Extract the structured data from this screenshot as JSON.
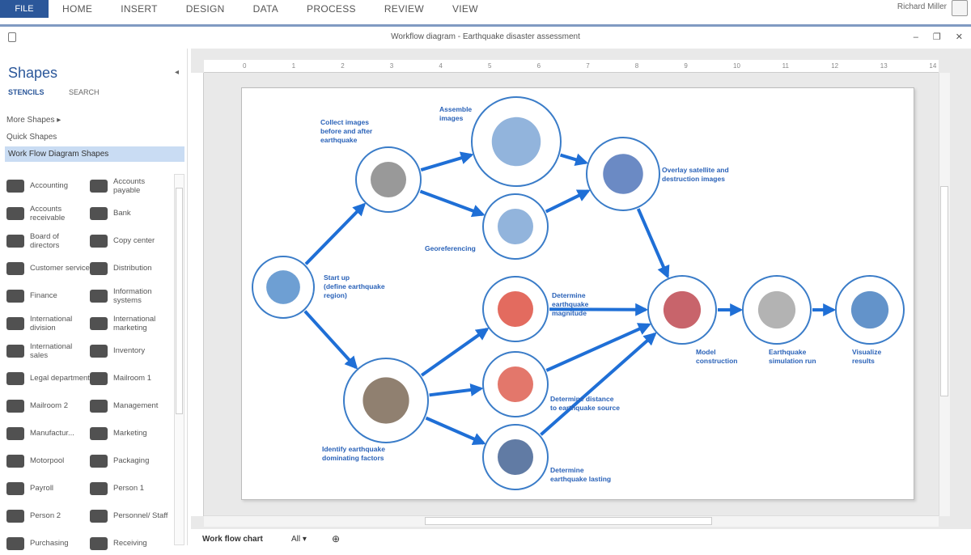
{
  "ribbon": {
    "file": "FILE",
    "tabs": [
      "HOME",
      "INSERT",
      "DESIGN",
      "DATA",
      "PROCESS",
      "REVIEW",
      "VIEW"
    ],
    "user": "Richard Miller"
  },
  "window": {
    "title": "Workflow diagram - Earthquake disaster assessment",
    "min": "–",
    "restore": "❐",
    "close": "✕"
  },
  "panel": {
    "title": "Shapes",
    "collapse": "◂",
    "tabs": [
      "STENCILS",
      "SEARCH"
    ],
    "more_shapes": "More Shapes ▸",
    "quick_shapes": "Quick Shapes",
    "active_stencil": "Work Flow Diagram Shapes",
    "shapes": [
      "Accounting",
      "Accounts payable",
      "Accounts receivable",
      "Bank",
      "Board of directors",
      "Copy center",
      "Customer service",
      "Distribution",
      "Finance",
      "Information systems",
      "International division",
      "International marketing",
      "International sales",
      "Inventory",
      "Legal department",
      "Mailroom 1",
      "Mailroom 2",
      "Management",
      "Manufactur...",
      "Marketing",
      "Motorpool",
      "Packaging",
      "Payroll",
      "Person 1",
      "Person 2",
      "Personnel/ Staff",
      "Purchasing",
      "Receiving"
    ]
  },
  "ruler": [
    "0",
    "1",
    "2",
    "3",
    "4",
    "5",
    "6",
    "7",
    "8",
    "9",
    "10",
    "11",
    "12",
    "13",
    "14"
  ],
  "diagram": {
    "labels": {
      "collect": "Collect images\nbefore and after\nearthquake",
      "assemble": "Assemble\nimages",
      "overlay": "Overlay satellite and\ndestruction images",
      "georef": "Georeferencing",
      "startup": "Start up\n(define earthquake\nregion)",
      "magnitude": "Determine\nearthquake\nmagnitude",
      "model": "Model\nconstruction",
      "simulation": "Earthquake\nsimulation run",
      "visualize": "Visualize\nresults",
      "distance": "Determine distance\nto earthquake source",
      "identify": "Identify earthquake\ndominating factors",
      "lasting": "Determine\nearthquake lasting"
    },
    "colors": {
      "arrow": "#1f6fd6",
      "circle": "#3a7cc8",
      "text": "#2a62b8"
    }
  },
  "bottom": {
    "page_tab": "Work flow chart",
    "all": "All ▾",
    "add": "⊕"
  }
}
